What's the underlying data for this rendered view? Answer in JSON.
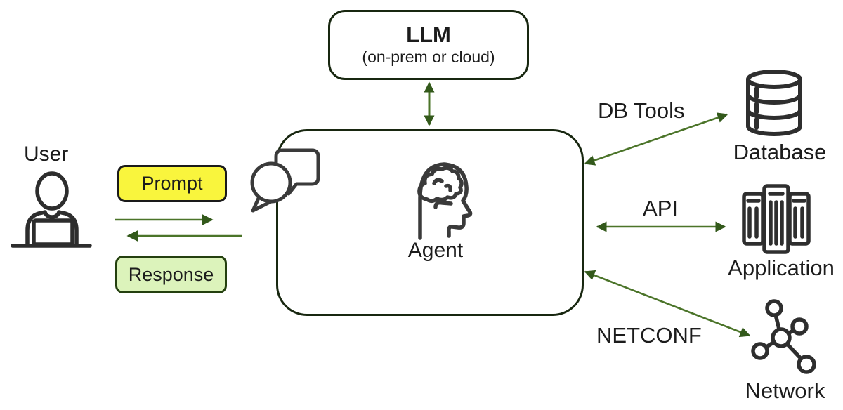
{
  "diagram": {
    "background": "#ffffff",
    "nodes": {
      "user": {
        "label": "User",
        "icon": "person-at-laptop-icon"
      },
      "llm": {
        "title": "LLM",
        "subtitle": "(on-prem or cloud)"
      },
      "agent": {
        "label": "Agent",
        "icons": [
          "chat-bubbles-icon",
          "head-brain-icon"
        ]
      },
      "database": {
        "label": "Database",
        "icon": "database-cylinder-icon"
      },
      "application": {
        "label": "Application",
        "icon": "server-rack-icon"
      },
      "network": {
        "label": "Network",
        "icon": "network-nodes-icon"
      }
    },
    "messages": {
      "prompt": {
        "label": "Prompt",
        "fill": "#f9f53d",
        "border": "#1a1a1a"
      },
      "response": {
        "label": "Response",
        "fill": "#dcf3bb",
        "border": "#24400f"
      }
    },
    "edges": {
      "llm_agent": {
        "label": "",
        "bidirectional": true
      },
      "db_tools": {
        "label": "DB Tools",
        "bidirectional": true
      },
      "api": {
        "label": "API",
        "bidirectional": true
      },
      "netconf": {
        "label": "NETCONF",
        "bidirectional": true
      }
    },
    "colors": {
      "arrow_line": "#4b7429",
      "arrow_head": "#33591b",
      "node_border": "#182710",
      "icon_stroke": "#333333",
      "text": "#1c1c1c"
    }
  }
}
